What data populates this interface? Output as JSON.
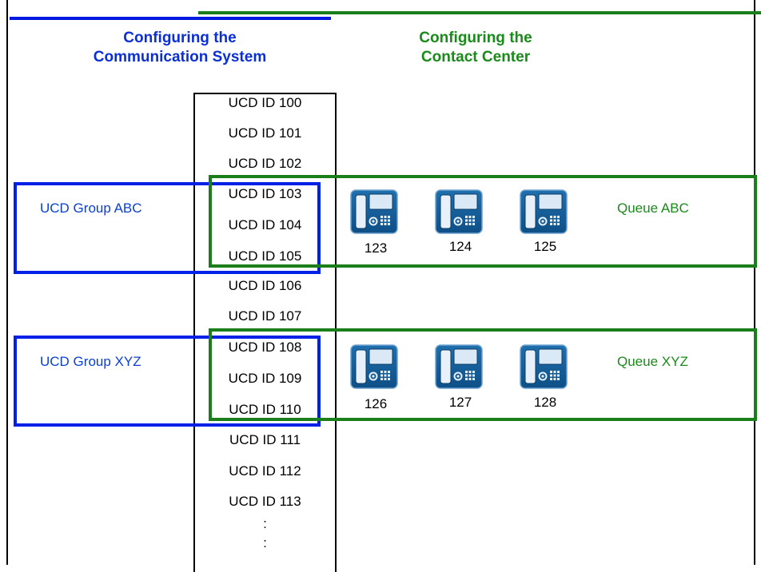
{
  "headings": {
    "communication_system": [
      "Configuring the",
      "Communication System"
    ],
    "contact_center": [
      "Configuring the",
      "Contact Center"
    ]
  },
  "colors": {
    "communication_system": "#0b2fd6",
    "contact_center": "#1a8a1a"
  },
  "ucd_ids": [
    "UCD ID 100",
    "UCD ID 101",
    "UCD ID 102",
    "UCD ID 103",
    "UCD ID 104",
    "UCD ID 105",
    "UCD ID 106",
    "UCD ID 107",
    "UCD ID 108",
    "UCD ID 109",
    "UCD ID 110",
    "UCD ID 111",
    "UCD ID 112",
    "UCD ID 113"
  ],
  "continuation": [
    ":",
    ":"
  ],
  "groups": [
    {
      "label": "UCD Group ABC",
      "queue": "Queue ABC",
      "extensions": [
        "123",
        "124",
        "125"
      ]
    },
    {
      "label": "UCD Group XYZ",
      "queue": "Queue XYZ",
      "extensions": [
        "126",
        "127",
        "128"
      ]
    }
  ],
  "icons": {
    "extension": "desk-phone-icon"
  }
}
